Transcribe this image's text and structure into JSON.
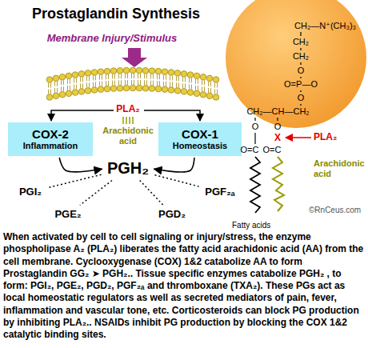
{
  "diagram": {
    "title": "Prostaglandin Synthesis",
    "caption": "When activated by cell to cell signaling or injury/stress, the enzyme phospholipase A₂ (PLA₂) liberates the fatty acid arachidonic acid (AA) from the cell membrane. Cyclooxygenase (COX) 1&2 catabolize AA to form Prostaglandin GG₂ ➤ PGH₂.. Tissue specific enzymes catabolize PGH₂ , to form: PGI₂, PGE₂, PGD₂, PGF₂ₐ and thromboxane (TXA₂). These PGs act as local homeostatic regulators as well as secreted mediators of pain, fever, inflammation and vascular tone, etc. Corticosteroids can block PG production by inhibiting PLA₂.. NSAIDs inhibit PG production by blocking the COX 1&2 catalytic binding sites.",
    "nodes": [
      {
        "text": [
          "COX-2",
          "Inflammation"
        ]
      },
      {
        "text": [
          "COX-1",
          "Homeostasis"
        ]
      },
      {
        "text": [
          "PGH₂"
        ]
      },
      {
        "text": [
          "PGI₂"
        ]
      },
      {
        "text": [
          "PGF₂ₐ"
        ]
      },
      {
        "text": [
          "PGE₂"
        ]
      },
      {
        "text": [
          "PGD₂"
        ]
      }
    ],
    "edges": [
      {
        "from": 0,
        "to": 2,
        "arrow": "to"
      },
      {
        "from": 1,
        "to": 2,
        "arrow": "to"
      },
      {
        "from": 2,
        "to": 3,
        "arrow": "none"
      },
      {
        "from": 2,
        "to": 4,
        "arrow": "none"
      },
      {
        "from": 2,
        "to": 5,
        "arrow": "none"
      },
      {
        "from": 2,
        "to": 6,
        "arrow": "none"
      }
    ],
    "labels": [
      "Membrane Injury/Stimulus",
      "PLA₂",
      "Arachidonic acid",
      "CH₂—N⁺(CH₃)₃",
      "CH₂",
      "CH₂",
      "O",
      "O=P—O",
      "O",
      "CH₂—CH—CH₂",
      "O",
      "O",
      "X",
      "O=C",
      "O=C",
      "PLA₂",
      "Arachidonic acid",
      "Fatty acids",
      "©RnCeus.com"
    ]
  }
}
